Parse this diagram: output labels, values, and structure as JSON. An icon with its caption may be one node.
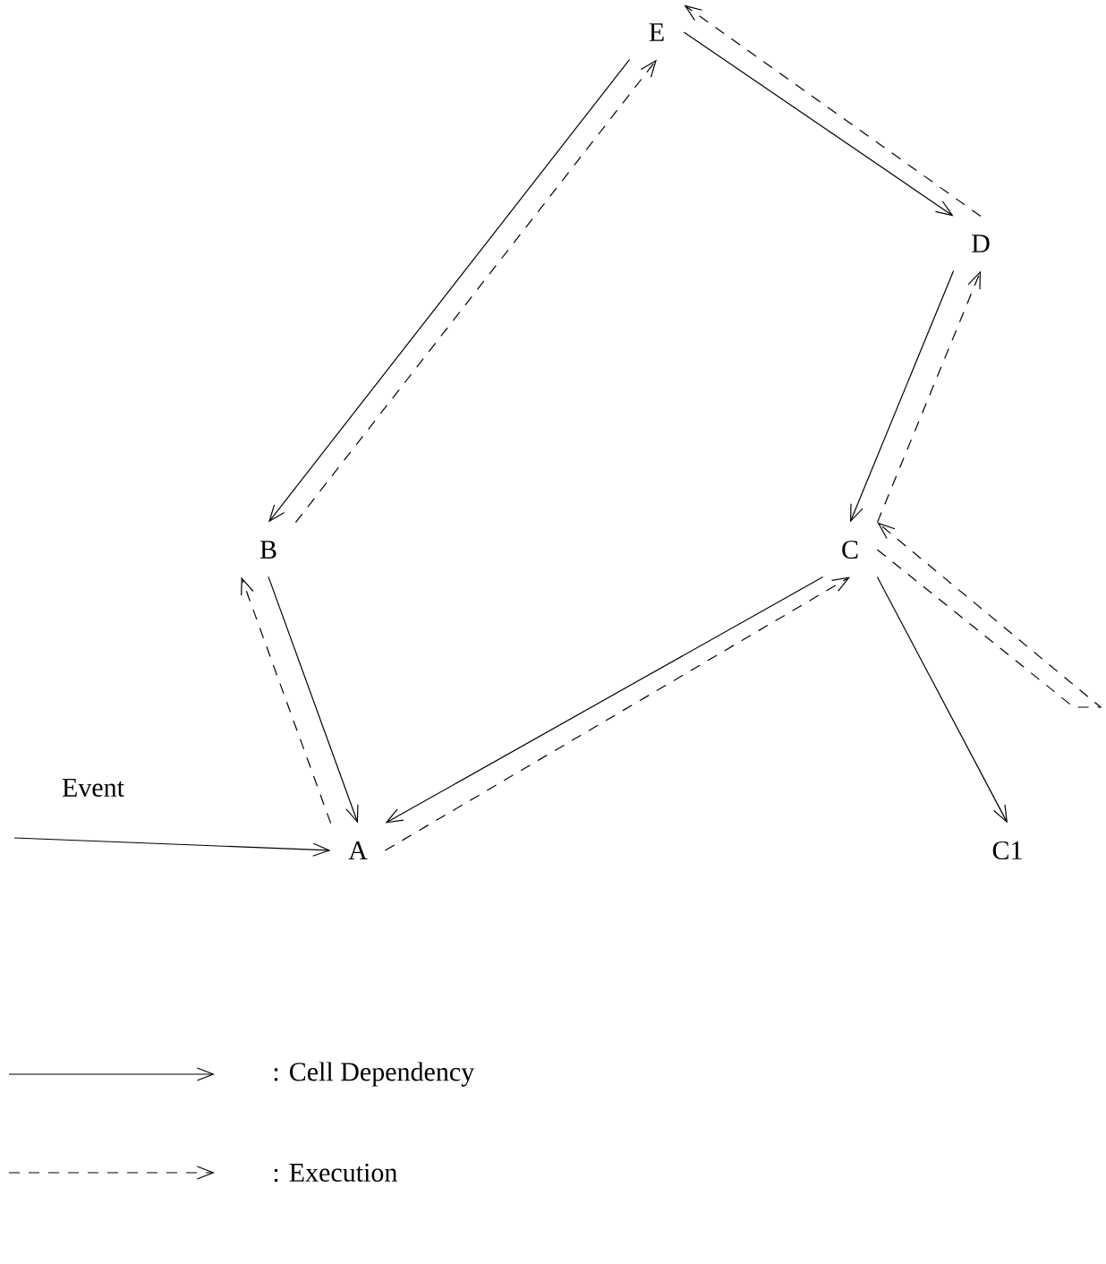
{
  "diagram": {
    "nodes": [
      {
        "text": [
          "E"
        ]
      },
      {
        "text": [
          "D"
        ]
      },
      {
        "text": [
          "B"
        ]
      },
      {
        "text": [
          "C"
        ]
      },
      {
        "text": [
          "A"
        ]
      },
      {
        "text": [
          "C1"
        ]
      }
    ],
    "edges": [
      {
        "from": null,
        "to": 4,
        "arrow": "to",
        "label": "Event"
      },
      {
        "from": 0,
        "to": 2,
        "arrow": "to"
      },
      {
        "from": 0,
        "to": 1,
        "arrow": "to"
      },
      {
        "from": 1,
        "to": 3,
        "arrow": "to"
      },
      {
        "from": 2,
        "to": 4,
        "arrow": "to"
      },
      {
        "from": 3,
        "to": 4,
        "arrow": "to"
      },
      {
        "from": 3,
        "to": 5,
        "arrow": "to"
      },
      {
        "from": 4,
        "to": 2,
        "arrow": "to",
        "style": "dashed"
      },
      {
        "from": 4,
        "to": 3,
        "arrow": "to",
        "style": "dashed"
      },
      {
        "from": 2,
        "to": 0,
        "arrow": "to",
        "style": "dashed"
      },
      {
        "from": 3,
        "to": 1,
        "arrow": "to",
        "style": "dashed"
      },
      {
        "from": 1,
        "to": 0,
        "arrow": "to",
        "style": "dashed"
      },
      {
        "from": 3,
        "to": 3,
        "arrow": "to",
        "style": "dashed"
      }
    ],
    "legend": [
      {
        "text": ": Cell Dependency"
      },
      {
        "text": ": Execution"
      }
    ]
  }
}
